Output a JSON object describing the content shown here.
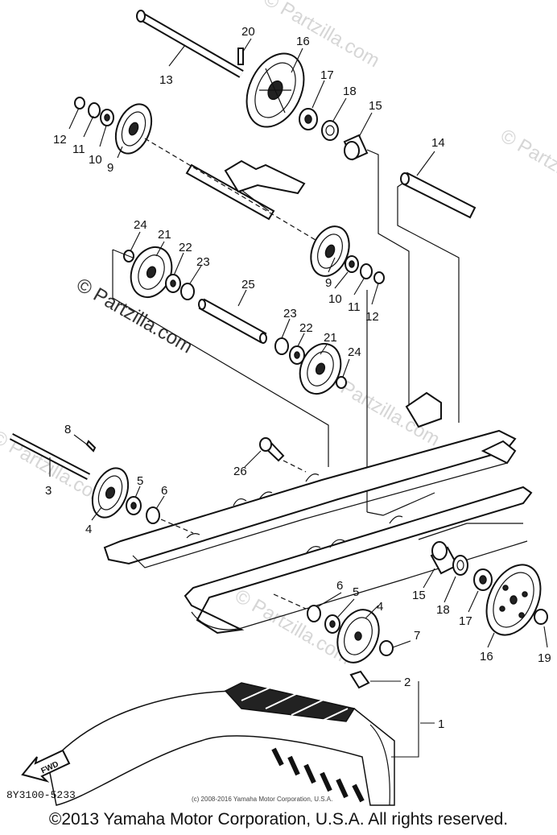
{
  "labels": {
    "p1": "1",
    "p2": "2",
    "p3": "3",
    "p4a": "4",
    "p4b": "4",
    "p5a": "5",
    "p5b": "5",
    "p6a": "6",
    "p6b": "6",
    "p7": "7",
    "p8": "8",
    "p9a": "9",
    "p9b": "9",
    "p10a": "10",
    "p10b": "10",
    "p11a": "11",
    "p11b": "11",
    "p12a": "12",
    "p12b": "12",
    "p13": "13",
    "p14": "14",
    "p15a": "15",
    "p15b": "15",
    "p16a": "16",
    "p16b": "16",
    "p17a": "17",
    "p17b": "17",
    "p18a": "18",
    "p18b": "18",
    "p19": "19",
    "p20": "20",
    "p21a": "21",
    "p21b": "21",
    "p22a": "22",
    "p22b": "22",
    "p23a": "23",
    "p23b": "23",
    "p24a": "24",
    "p24b": "24",
    "p25": "25",
    "p26": "26"
  },
  "fwd_label": "FWD",
  "watermark": "© Partzilla.com",
  "diagram_code": "8Y3100-5233",
  "small_copyright": "(c) 2008-2016 Yamaha Motor Corporation, U.S.A.",
  "copyright": "©2013 Yamaha Motor Corporation, U.S.A. All rights reserved."
}
